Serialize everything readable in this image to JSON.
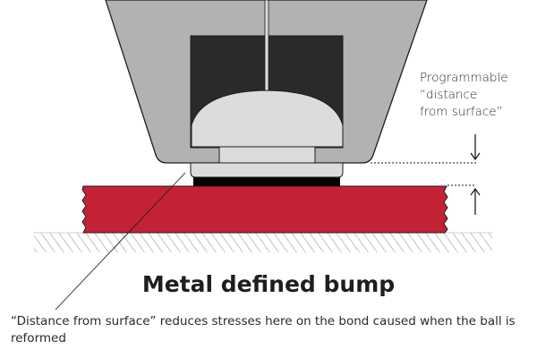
{
  "diagram": {
    "title": "Metal defined bump",
    "side_label": "Programmable\n“distance\nfrom surface”",
    "caption": "“Distance from surface” reduces stresses here on the bond caused when the ball is reformed",
    "parts": [
      "capillary",
      "wire",
      "ball",
      "bump",
      "substrate",
      "ground"
    ],
    "colors": {
      "capillary": "#b3b2b3",
      "cavity": "#2a2a2d",
      "ball": "#dcdcdc",
      "bump_base": "#000000",
      "substrate": "#c32236",
      "outline": "#1e1e1e",
      "hatch": "#c8c8c8"
    }
  }
}
